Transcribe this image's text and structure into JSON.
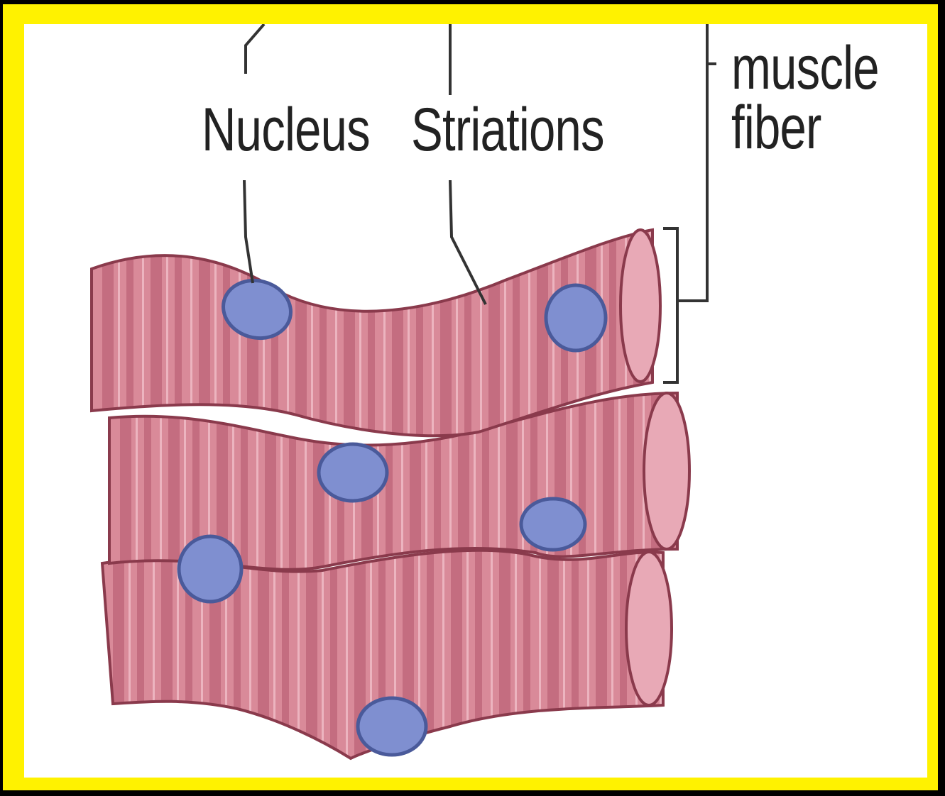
{
  "labels": {
    "nucleus": "Nucleus",
    "striations": "Striations",
    "muscle_line1": "muscle",
    "muscle_line2": "fiber"
  },
  "colors": {
    "frame": "#000000",
    "border": "#fff200",
    "fiber": "#d98a99",
    "fiber_dark": "#b3566c",
    "fiber_outline": "#8a3a4c",
    "nucleus_fill": "#7f8fd0",
    "nucleus_outline": "#4a5a9a"
  },
  "figure": {
    "fibers": 3,
    "nuclei": 6
  }
}
